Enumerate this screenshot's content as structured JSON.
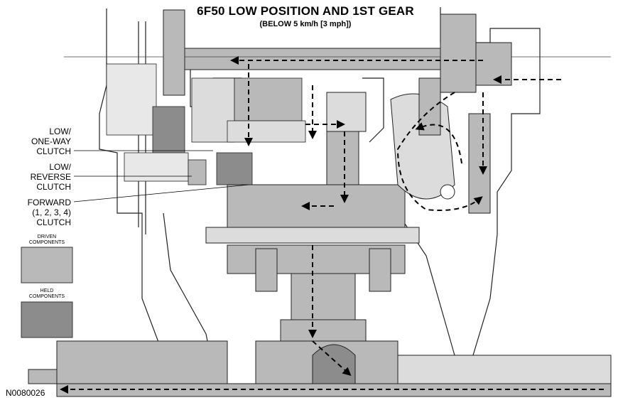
{
  "title": "6F50 LOW POSITION AND 1ST GEAR",
  "subtitle": "(BELOW 5 km/h [3 mph])",
  "callouts": {
    "low_one_way": [
      "LOW/",
      "ONE-WAY",
      "CLUTCH"
    ],
    "low_reverse": [
      "LOW/",
      "REVERSE",
      "CLUTCH"
    ],
    "forward": [
      "FORWARD",
      "(1, 2, 3, 4)",
      "CLUTCH"
    ]
  },
  "legend": {
    "driven": {
      "label_line1": "DRIVEN",
      "label_line2": "COMPONENTS",
      "color": "#b9b9b9"
    },
    "held": {
      "label_line1": "HELD",
      "label_line2": "COMPONENTS",
      "color": "#8c8c8c"
    }
  },
  "figure_id": "N0080026"
}
